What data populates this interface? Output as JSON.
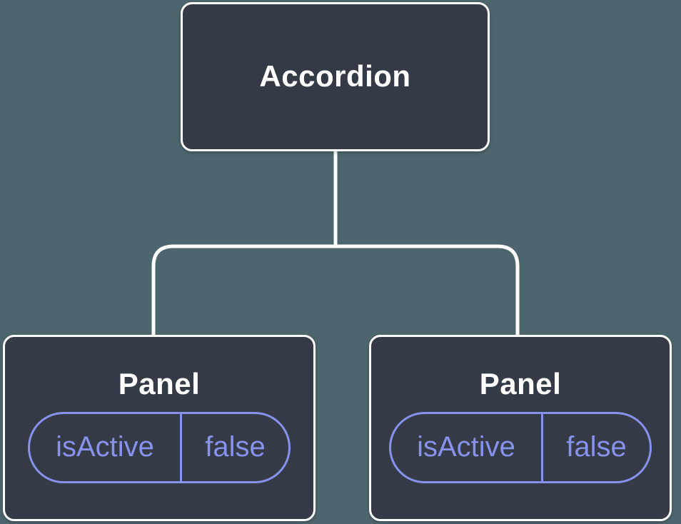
{
  "diagram": {
    "description": "Component tree: Accordion with two Panel children, each holding state isActive = false",
    "colors": {
      "background": "#4d656c",
      "node_fill": "#343a46",
      "node_border": "#ffffff",
      "connector": "#ffffff",
      "label_text": "#ffffff",
      "state_accent": "#8891ec"
    },
    "tree": {
      "root": {
        "label": "Accordion"
      },
      "children": [
        {
          "label": "Panel",
          "state": {
            "name": "isActive",
            "value": "false"
          }
        },
        {
          "label": "Panel",
          "state": {
            "name": "isActive",
            "value": "false"
          }
        }
      ]
    }
  }
}
